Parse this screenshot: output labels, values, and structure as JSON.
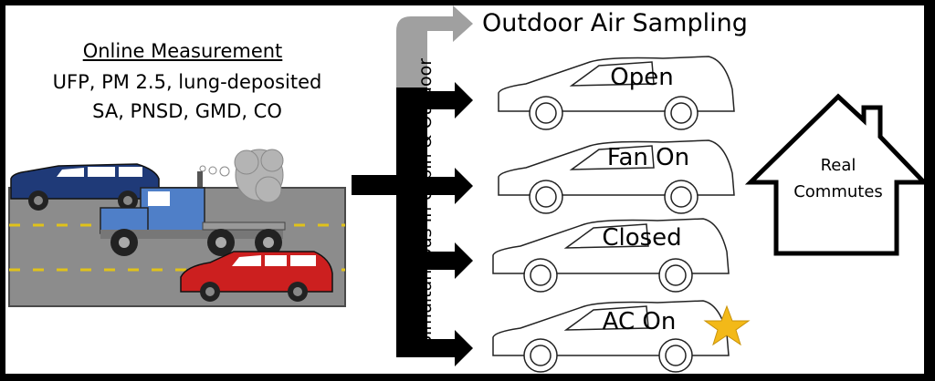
{
  "measurement": {
    "title": "Online Measurement",
    "line1": "UFP, PM 2.5, lung-deposited",
    "line2": "SA, PNSD, GMD, CO"
  },
  "outdoor_title": "Outdoor Air Sampling",
  "vertical_label": "Simultaneous In-cabin & Outdoor",
  "conditions": [
    "Open",
    "Fan On",
    "Closed",
    "AC On"
  ],
  "house": {
    "line1": "Real",
    "line2": "Commutes"
  },
  "colors": {
    "road": "#8c8c8c",
    "lane": "#e0c21a",
    "blue_car": "#1f3a78",
    "truck": "#4f7fc8",
    "red_car": "#cc1f1f",
    "smoke": "#b4b4b4",
    "gray_arrow": "#a0a0a0",
    "star": "#f3b918"
  },
  "icons": [
    "star-icon",
    "house-icon"
  ]
}
